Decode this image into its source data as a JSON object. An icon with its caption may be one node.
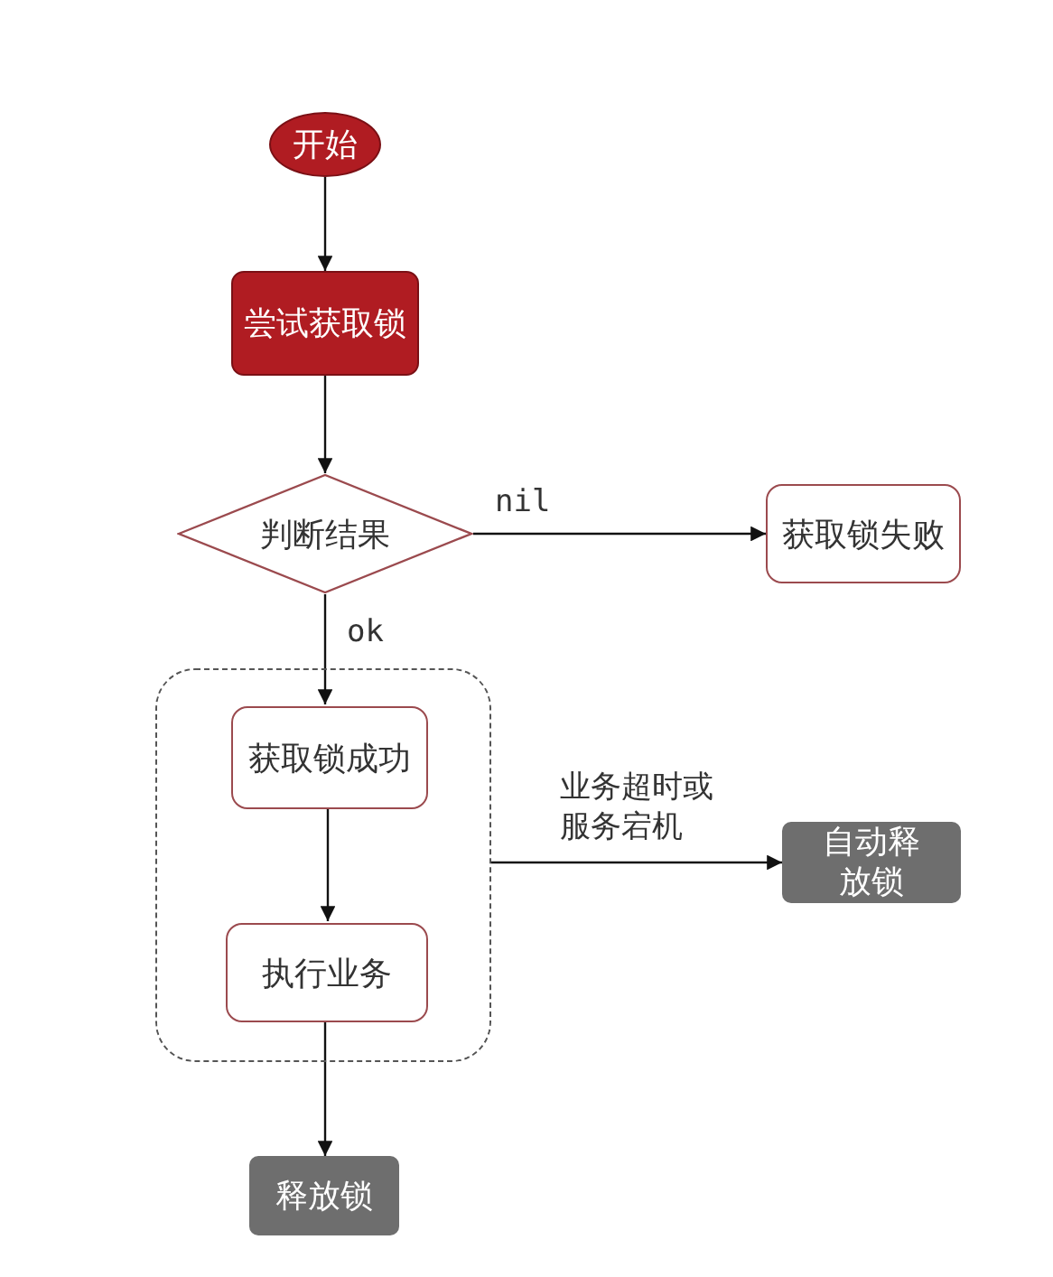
{
  "diagram": {
    "nodes": [
      {
        "text": [
          "开始"
        ]
      },
      {
        "text": [
          "尝试获取锁"
        ]
      },
      {
        "text": [
          "判断结果"
        ]
      },
      {
        "text": [
          "获取锁失败"
        ]
      },
      {
        "text": [],
        "shape": "box"
      },
      {
        "text": [
          "获取锁成功"
        ],
        "in": 4
      },
      {
        "text": [
          "执行业务"
        ],
        "in": 4
      },
      {
        "text": [
          "自动释放锁"
        ]
      },
      {
        "text": [
          "释放锁"
        ]
      }
    ],
    "edges": [
      {
        "from": 0,
        "to": 1,
        "arrow": "to"
      },
      {
        "from": 1,
        "to": 2,
        "arrow": "to"
      },
      {
        "from": 2,
        "to": 3,
        "arrow": "to",
        "label": "nil"
      },
      {
        "from": 2,
        "to": 5,
        "arrow": "to",
        "label": "ok"
      },
      {
        "from": 5,
        "to": 6,
        "arrow": "to"
      },
      {
        "from": 4,
        "to": 7,
        "arrow": "to",
        "label": "业务超时或服务宕机"
      },
      {
        "from": 6,
        "to": 8,
        "arrow": "to"
      }
    ]
  }
}
